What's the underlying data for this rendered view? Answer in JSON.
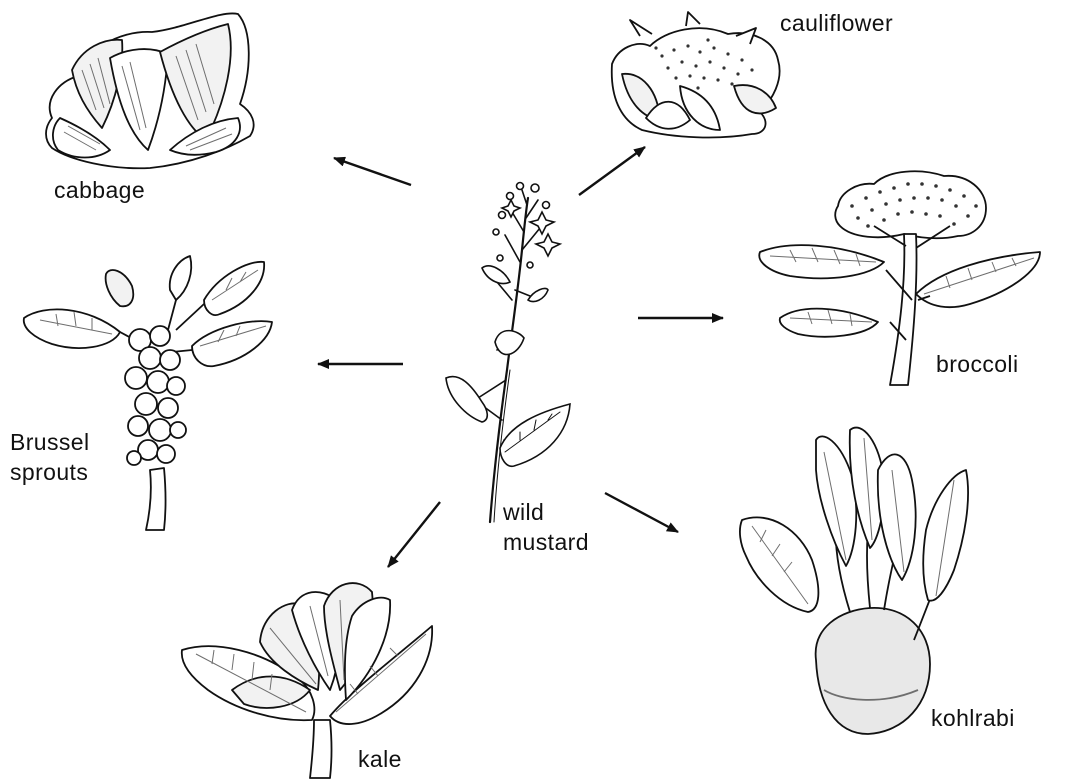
{
  "center": {
    "label_line1": "wild",
    "label_line2": "mustard",
    "icon": "wild-mustard-icon"
  },
  "varieties": [
    {
      "key": "cabbage",
      "label": "cabbage",
      "icon": "cabbage-icon"
    },
    {
      "key": "cauliflower",
      "label": "cauliflower",
      "icon": "cauliflower-icon"
    },
    {
      "key": "broccoli",
      "label": "broccoli",
      "icon": "broccoli-icon"
    },
    {
      "key": "brussel",
      "label_line1": "Brussel",
      "label_line2": "sprouts",
      "icon": "brussel-sprouts-icon"
    },
    {
      "key": "kohlrabi",
      "label": "kohlrabi",
      "icon": "kohlrabi-icon"
    },
    {
      "key": "kale",
      "label": "kale",
      "icon": "kale-icon"
    }
  ],
  "colors": {
    "ink": "#111111",
    "shade": "#6e6e6e",
    "paper": "#ffffff"
  }
}
